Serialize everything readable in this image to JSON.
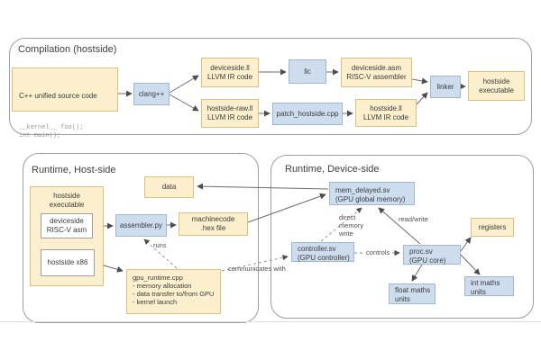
{
  "colors": {
    "yellow_fill": "#fbefcd",
    "yellow_border": "#dcc07f",
    "blue_fill": "#cdddee",
    "blue_border": "#a2b6cf"
  },
  "compilation": {
    "title": "Compilation (hostside)",
    "cpp_source_title": "C++ unified source code",
    "cpp_source_code": "__kernel__ foo();\nint main();",
    "clang": "clang++",
    "deviceside_ll": "deviceside.ll\nLLVM IR code",
    "llc": "llc",
    "deviceside_asm": "deviceside.asm\nRISC-V assembler",
    "hostside_raw_ll": "hostside-raw.ll\nLLVM IR code",
    "patch_hostside": "patch_hostside.cpp",
    "hostside_ll": "hostside.ll\nLLVM IR code",
    "linker": "linker",
    "hostside_executable": "hostside\nexecutable"
  },
  "runtime_host": {
    "title": "Runtime, Host-side",
    "data": "data",
    "hostside_executable": "hostside\nexecutable",
    "deviceside_asm": "deviceside\nRISC-V asm",
    "hostside_x86": "hostside x86",
    "assembler": "assembler.py",
    "machinecode": "machinecode\n.hex file",
    "gpu_runtime": "gpu_runtime.cpp\n- memory allocation\n- data transfer to/from GPU\n- kernel launch",
    "label_runs": "runs",
    "label_communicates": "communicates with"
  },
  "runtime_device": {
    "title": "Runtime, Device-side",
    "mem_delayed": "mem_delayed.sv\n(GPU global memory)",
    "controller": "controller.sv\n(GPU controller)",
    "proc": "proc.sv\n(GPU core)",
    "registers": "registers",
    "float_maths": "float maths\nunits",
    "int_maths": "int maths\nunits",
    "label_direct": "direct\nmemory\nwrite",
    "label_read_write": "read/write",
    "label_controls": "controls"
  }
}
